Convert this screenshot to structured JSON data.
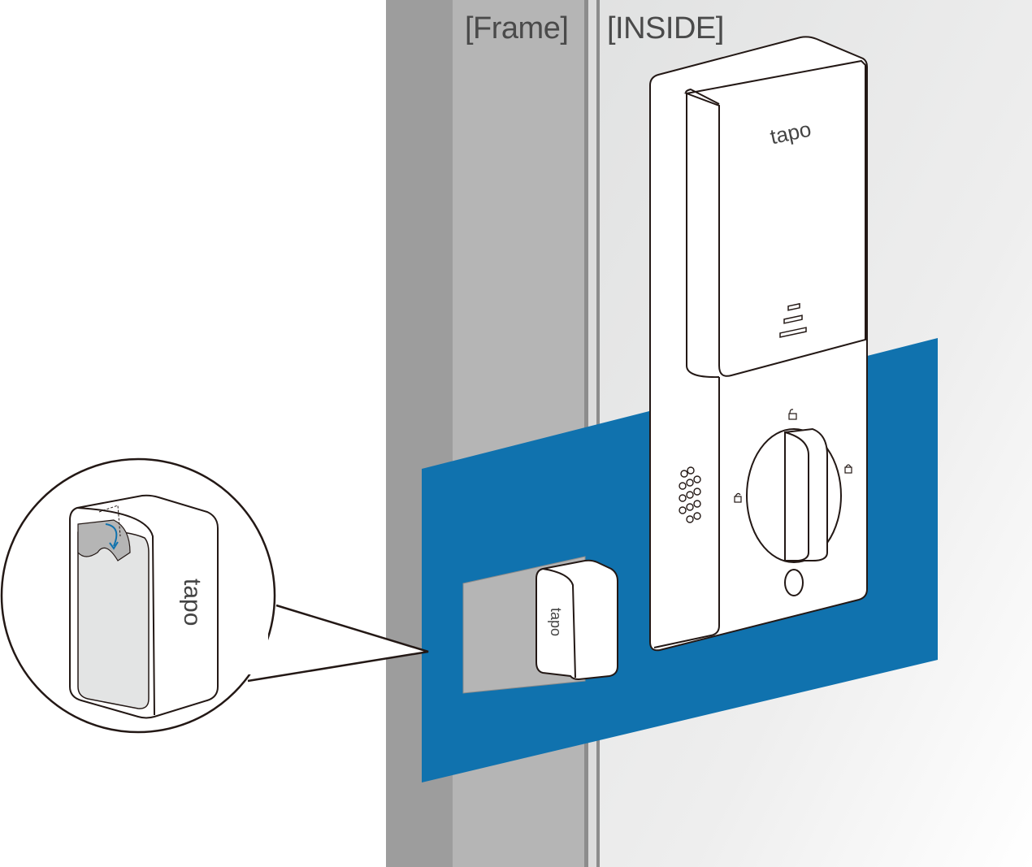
{
  "labels": {
    "frame": "[Frame]",
    "inside": "[INSIDE]"
  },
  "logos": {
    "lock_logo": "tapo",
    "sensor_logo": "tapo",
    "zoom_sensor_logo": "tapo"
  },
  "colors": {
    "wall": "#9d9d9d",
    "frame": "#b5b5b5",
    "inside": "#e3e4e4",
    "highlight": "#1072ae",
    "outline": "#231815",
    "adhesive_arrow": "#1072ae"
  }
}
